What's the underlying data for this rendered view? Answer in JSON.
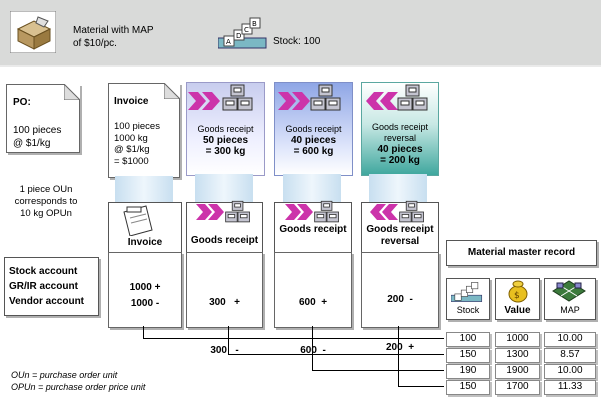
{
  "header": {
    "material_text_line1": "Material with MAP",
    "material_text_line2": "of $10/pc.",
    "stock_text": "Stock: 100"
  },
  "po": {
    "label": "PO:",
    "qty": "100 pieces",
    "price": "@ $1/kg"
  },
  "conversion_note": "1 piece OUn\ncorresponds to\n10 kg OPUn",
  "invoice_doc": {
    "title": "Invoice",
    "line1": "100 pieces",
    "line2": "1000 kg",
    "line3": "@  $1/kg",
    "line4": "=  $1000"
  },
  "gr1": {
    "title": "Goods receipt",
    "qty": "50 pieces",
    "amount": "= 300 kg"
  },
  "gr2": {
    "title": "Goods receipt",
    "qty": "40 pieces",
    "amount": "= 600 kg"
  },
  "grr": {
    "title": "Goods receipt\nreversal",
    "qty": "40 pieces",
    "amount": "= 200 kg"
  },
  "accounts": {
    "stock": "Stock account",
    "grir": "GR/IR account",
    "vendor": "Vendor account"
  },
  "postings": {
    "invoice": {
      "label": "Invoice",
      "values": [
        "1000 +",
        "1000 -"
      ]
    },
    "goods_receipt_1": {
      "label": "Goods receipt",
      "values": [
        "300   +",
        "300   -"
      ]
    },
    "goods_receipt_2": {
      "label": "Goods receipt",
      "values": [
        "600  +",
        "600  -"
      ]
    },
    "reversal": {
      "label": "Goods receipt\nreversal",
      "values": [
        "200  -",
        "200  +"
      ]
    }
  },
  "material_master": {
    "title": "Material master record",
    "columns": [
      "Stock",
      "Value",
      "MAP"
    ],
    "stock": [
      "100",
      "150",
      "190",
      "150"
    ],
    "value": [
      "1000",
      "1300",
      "1900",
      "1700"
    ],
    "map": [
      "10.00",
      "8.57",
      "10.00",
      "11.33"
    ]
  },
  "legend": {
    "oun": "OUn = purchase order unit",
    "opun": "OPUn = purchase order price unit"
  },
  "icons": [
    "package-icon",
    "stock-blocks-icon",
    "document-icon",
    "chevron-right-icon",
    "chevron-left-icon",
    "warehouse-boxes-icon",
    "money-bag-icon",
    "map-grid-icon"
  ],
  "colors": {
    "header_bg": "#d9dad9",
    "gr_gradient": "#8fa6e6",
    "reversal_gradient": "#3fa79e",
    "arrow_magenta": "#cc33aa"
  }
}
